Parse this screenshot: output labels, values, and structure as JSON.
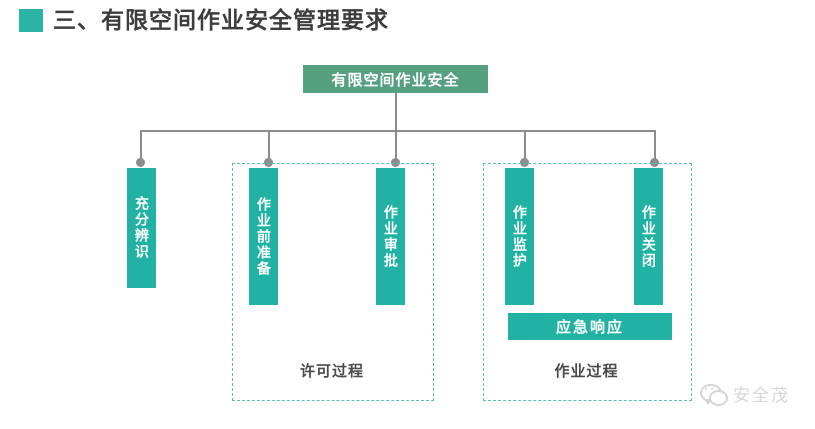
{
  "header": {
    "bullet_color": "#2bb3a5",
    "title": "三、有限空间作业安全管理要求"
  },
  "diagram": {
    "root": {
      "label": "有限空间作业安全",
      "color": "#55a07f"
    },
    "node_color": "#21b2a3",
    "connector_color": "#8c8c8c",
    "group_border_color": "#5bbdb0",
    "standalone_nodes": [
      {
        "label": "充分辨识"
      }
    ],
    "groups": [
      {
        "label": "许可过程",
        "nodes": [
          {
            "label": "作业前准备"
          },
          {
            "label": "作业审批"
          }
        ],
        "bars": []
      },
      {
        "label": "作业过程",
        "nodes": [
          {
            "label": "作业监护"
          },
          {
            "label": "作业关闭"
          }
        ],
        "bars": [
          {
            "label": "应急响应"
          }
        ]
      }
    ]
  },
  "watermark": {
    "text": "安全茂"
  }
}
